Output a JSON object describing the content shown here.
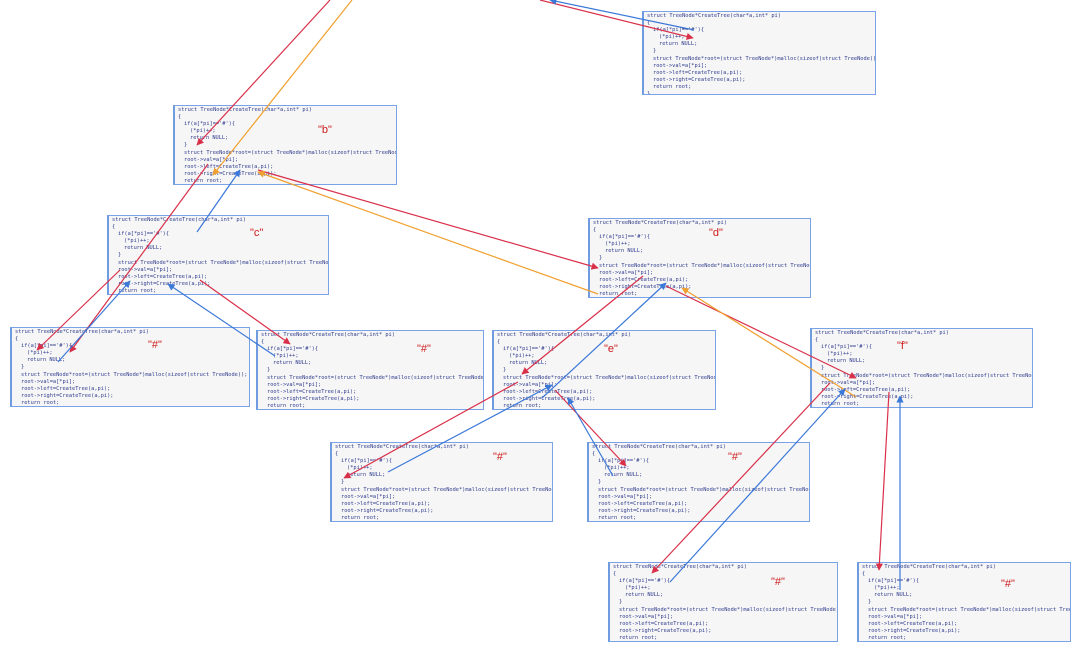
{
  "code": {
    "signature": "struct TreeNode*CreateTree(char*a,int* pi)",
    "open_brace": "{",
    "if_line": "if(a[*pi]=='#'){",
    "inc_line": "(*pi)++;",
    "ret_null": "return NULL;",
    "close_if": "}",
    "malloc_line": "struct TreeNode*root=(struct TreeNode*)malloc(sizeof(struct TreeNode));",
    "val_line": "root->val=a[*pi];",
    "left_line": "root->left=CreateTree(a,pi);",
    "right_line": "root->right=CreateTree(a,pi);",
    "return_root": "return root;",
    "close_brace": "}"
  },
  "frames": [
    {
      "id": "top",
      "label": ""
    },
    {
      "id": "b",
      "label": "\"b\""
    },
    {
      "id": "c",
      "label": "\"c\""
    },
    {
      "id": "d",
      "label": "\"d\""
    },
    {
      "id": "hash1",
      "label": "\"#\""
    },
    {
      "id": "hash2",
      "label": "\"#\""
    },
    {
      "id": "e",
      "label": "\"e\""
    },
    {
      "id": "f",
      "label": "\"f\""
    },
    {
      "id": "hash3",
      "label": "\"#\""
    },
    {
      "id": "hash4",
      "label": "\"#\""
    },
    {
      "id": "hash5",
      "label": "\"#\""
    },
    {
      "id": "hash6",
      "label": "\"#\""
    }
  ],
  "arrow_colors": {
    "call": "#d9304a",
    "return": "#3b78d8",
    "long_return": "#f0a030"
  }
}
